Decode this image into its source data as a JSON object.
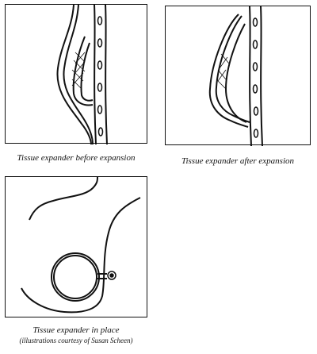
{
  "figures": [
    {
      "caption": "Tissue expander before expansion"
    },
    {
      "caption": "Tissue expander after expansion"
    },
    {
      "caption": "Tissue expander in place",
      "credit": "(illustrations courtesy of Susan Scheen)"
    }
  ]
}
